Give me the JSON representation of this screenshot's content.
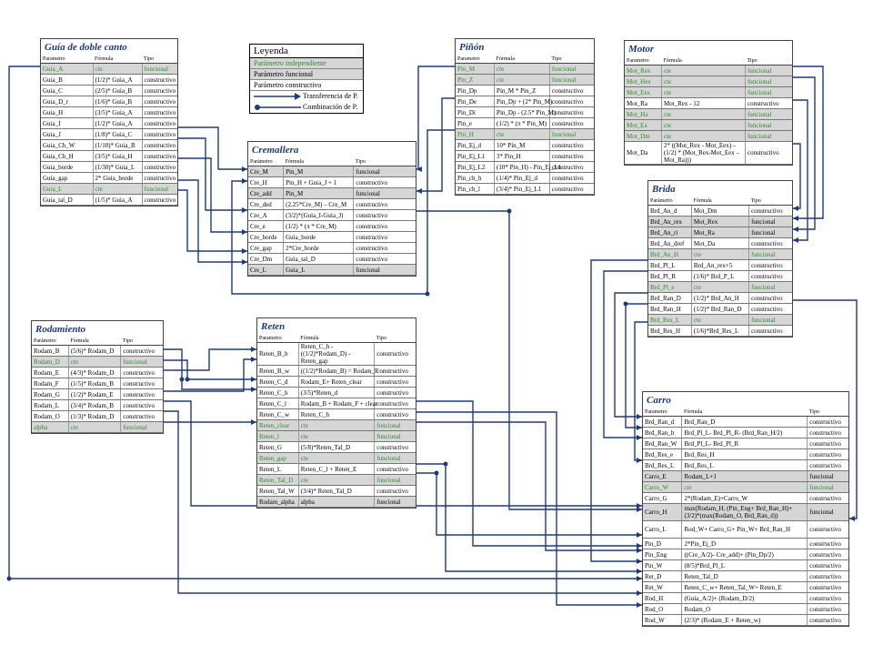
{
  "legend": {
    "title": "Leyenda",
    "items": [
      {
        "label": "Parámetro independiente",
        "kind": "g"
      },
      {
        "label": "Parámetro funcional",
        "kind": "f"
      },
      {
        "label": "Parámetro constructivo",
        "kind": "c"
      }
    ],
    "arrows": [
      {
        "label": "Transferencia de P."
      },
      {
        "label": "Combinación de P."
      }
    ]
  },
  "tables": [
    {
      "id": "guia",
      "title": "Guía de doble canto",
      "headers": [
        "Parametro",
        "Fórmula",
        "Tipo"
      ],
      "rows": [
        [
          "Guia_A",
          "cte",
          "funcional",
          "g"
        ],
        [
          "Guia_B",
          "(1/2)* Guia_A",
          "constructivo",
          ""
        ],
        [
          "Guia_C",
          "(2/5)* Guia_B",
          "constructivo",
          ""
        ],
        [
          "Guia_D_r",
          "(1/6)* Guia_B",
          "constructivo",
          ""
        ],
        [
          "Guia_H",
          "(3/5)* Guia_A",
          "constructivo",
          ""
        ],
        [
          "Guia_I",
          "(1/2)* Guia_A",
          "constructivo",
          ""
        ],
        [
          "Guia_J",
          "(1/8)* Guia_C",
          "constructivo",
          ""
        ],
        [
          "Guia_Ch_W",
          "(1/10)* Guia_B",
          "constructivo",
          ""
        ],
        [
          "Guia_Ch_H",
          "(3/5)* Guia_H",
          "constructivo",
          ""
        ],
        [
          "Guia_borde",
          "(1/30)* Guia_L",
          "constructivo",
          ""
        ],
        [
          "Guia_gap",
          "2* Guia_borde",
          "constructivo",
          ""
        ],
        [
          "Guia_L",
          "cte",
          "funcional",
          "g"
        ],
        [
          "Guia_tal_D",
          "(1/5)* Guia_A",
          "constructivo",
          ""
        ]
      ]
    },
    {
      "id": "piñon",
      "title": "Piñón",
      "headers": [
        "Parametro",
        "Fórmula",
        "Tipo"
      ],
      "rows": [
        [
          "Pin_M",
          "cte",
          "funcional",
          "g"
        ],
        [
          "Pin_Z",
          "cte",
          "funcional",
          "g"
        ],
        [
          "Pin_Dp",
          "Pin_M * Pin_Z",
          "constructivo",
          ""
        ],
        [
          "Pin_De",
          "Pin_Dp + (2* Pin_M)",
          "constructivo",
          ""
        ],
        [
          "Pin_Di",
          "Pin_Dp - (2.5* Pin_M)",
          "constructivo",
          ""
        ],
        [
          "Pin_e",
          "(1/2) * (π * Pin_M)",
          "constructivo",
          ""
        ],
        [
          "Pin_H",
          "cte",
          "funcional",
          "g"
        ],
        [
          "Pin_Ej_d",
          "10* Pin_M",
          "constructivo",
          ""
        ],
        [
          "Pin_Ej_L1",
          "3* Pin_H",
          "constructivo",
          ""
        ],
        [
          "Pin_Ej_L2",
          "(10* Pin_H) - Pin_Ej_L1",
          "constructivo",
          ""
        ],
        [
          "Pin_ch_h",
          "(1/4)* Pin_Ej_d",
          "constructivo",
          ""
        ],
        [
          "Pin_ch_l",
          "(3/4)* Pin_Ej_L1",
          "constructivo",
          ""
        ]
      ]
    },
    {
      "id": "motor",
      "title": "Motor",
      "headers": [
        "Parametro",
        "Fórmula",
        "Tipo"
      ],
      "rows": [
        [
          "Mot_Rex",
          "cte",
          "funcional",
          "g"
        ],
        [
          "Mot_Hex",
          "cte",
          "funcional",
          "g"
        ],
        [
          "Mot_Eex",
          "cte",
          "funcional",
          "g"
        ],
        [
          "Mot_Ra",
          "Mot_Rex - 12",
          "constructivo",
          ""
        ],
        [
          "Mot_Ha",
          "cte",
          "funcional",
          "g"
        ],
        [
          "Mot_Ea",
          "cte",
          "funcional",
          "g"
        ],
        [
          "Mot_Dm",
          "cte",
          "funcional",
          "g"
        ],
        [
          "Mot_Da",
          "2* ((Mot_Rex - Mot_Eex) – (1/2) * (Mot_Rex-Mot_Eex – Mot_Ra)))",
          "constructivo",
          "tall"
        ]
      ]
    },
    {
      "id": "cremallera",
      "title": "Cremallera",
      "headers": [
        "Parámetro",
        "Fórmula",
        "Tipo"
      ],
      "rows": [
        [
          "Cre_M",
          "Pin_M",
          "funcional",
          "f"
        ],
        [
          "Cre_H",
          "Pin_H + Guia_J + 1",
          "constructivo",
          ""
        ],
        [
          "Cre_add",
          "Pin_M",
          "funcional",
          "f"
        ],
        [
          "Cre_ded",
          "(2.25*Cre_M) – Cre_M",
          "constructivo",
          ""
        ],
        [
          "Cre_A",
          "(3/2)*(Guia_I-Guia_J)",
          "constructivo",
          ""
        ],
        [
          "Cre_e",
          "(1/2) * (π * Cre_M)",
          "constructivo",
          ""
        ],
        [
          "Cre_borde",
          "Guia_borde",
          "constructivo",
          ""
        ],
        [
          "Cre_gap",
          "2*Cre_borde",
          "constructivo",
          ""
        ],
        [
          "Cre_Dm",
          "Guia_tal_D",
          "constructivo",
          ""
        ],
        [
          "Cre_L",
          "Guia_L",
          "funcional",
          "f"
        ]
      ]
    },
    {
      "id": "brida",
      "title": "Brida",
      "headers": [
        "Parámetro",
        "Fórmula",
        "Tipo"
      ],
      "rows": [
        [
          "Brd_An_d",
          "Mot_Dm",
          "constructivo",
          ""
        ],
        [
          "Brd_An_rex",
          "Mot_Rex",
          "funcional",
          "f"
        ],
        [
          "Brd_An_ri",
          "Mot_Ra",
          "funcional",
          "f"
        ],
        [
          "Brd_An_dref",
          "Mot_Da",
          "constructivo",
          ""
        ],
        [
          "Brd_An_H",
          "cte",
          "funcional",
          "g"
        ],
        [
          "Brd_Pl_L",
          "Brd_An_rex+5",
          "constructivo",
          ""
        ],
        [
          "Brd_Pl_R",
          "(1/6)* Brd_P_L",
          "constructivo",
          ""
        ],
        [
          "Brd_Pl_e",
          "cte",
          "funcional",
          "g"
        ],
        [
          "Brd_Ran_D",
          "(1/2)* Brd_An_H",
          "constructivo",
          ""
        ],
        [
          "Brd_Ran_H",
          "(1/2)* Brd_Ran_D",
          "constructivo",
          ""
        ],
        [
          "Brd_Res_L",
          "cte",
          "funcional",
          "g"
        ],
        [
          "Brd_Res_H",
          "(1/6)*Brd_Res_L",
          "constructivo",
          ""
        ]
      ]
    },
    {
      "id": "rodamiento",
      "title": "Rodamiento",
      "headers": [
        "Parámetro",
        "Fórmula",
        "Tipo"
      ],
      "rows": [
        [
          "Rodam_B",
          "(5/6)* Rodam_D",
          "constructivo",
          ""
        ],
        [
          "Rodam_D",
          "cte",
          "funcional",
          "g"
        ],
        [
          "Rodam_E",
          "(4/3)* Rodam_D",
          "constructivo",
          ""
        ],
        [
          "Rodam_F",
          "(1/5)* Rodam_B",
          "constructivo",
          ""
        ],
        [
          "Rodam_G",
          "(1/2)* Rodam_E",
          "constructivo",
          ""
        ],
        [
          "Rodam_L",
          "(3/4)* Rodam_B",
          "constructivo",
          ""
        ],
        [
          "Rodam_O",
          "(1/3)* Rodam_D",
          "constructivo",
          ""
        ],
        [
          "alpha",
          "cte",
          "funcional",
          "g"
        ]
      ]
    },
    {
      "id": "reten",
      "title": "Reten",
      "headers": [
        "Parametro",
        "Fórmula",
        "Tipo"
      ],
      "rows": [
        [
          "Reten_B_h",
          "Reten_C_h -((1/2)*Rodam_D) - Reten_gap",
          "constructivo",
          "tall"
        ],
        [
          "Reten_B_w",
          "((1/2)*Rodam_B) = Rodam_F",
          "constructivo",
          ""
        ],
        [
          "Reten_C_d",
          "Rodam_E+ Reten_clear",
          "constructivo",
          ""
        ],
        [
          "Reten_C_h",
          "(3/5)*Reten_d",
          "constructivo",
          ""
        ],
        [
          "Reten_C_l",
          "Rodam_B + Rodam_F + clear",
          "constructivo",
          ""
        ],
        [
          "Reten_C_w",
          "Reten_C_h",
          "constructivo",
          ""
        ],
        [
          "Reten_clear",
          "cte",
          "funcional",
          "gf"
        ],
        [
          "Reten_l",
          "cte",
          "funcional",
          "gf"
        ],
        [
          "Reten_G",
          "(5/8)*Reten_Tal_D",
          "constructivo",
          ""
        ],
        [
          "Reten_gap",
          "cte",
          "funcional",
          "gf"
        ],
        [
          "Reten_L",
          "Reten_C_l + Reten_E",
          "constructivo",
          ""
        ],
        [
          "Reten_Tal_D",
          "cte",
          "funcional",
          "gf"
        ],
        [
          "Reten_Tal_W",
          "(3/4)* Reten_Tal_D",
          "constructivo",
          ""
        ],
        [
          "Rodam_alpha",
          "alpha",
          "funcional",
          "f"
        ]
      ]
    },
    {
      "id": "carro",
      "title": "Carro",
      "headers": [
        "Parametro",
        "Fórmula",
        "Tipo"
      ],
      "rows": [
        [
          "Brd_Ran_d",
          "Brd_Ran_D",
          "constructivo",
          ""
        ],
        [
          "Brd_Ran_h",
          "Brd_Pl_L- Brd_Pl_R- (Brd_Ran_H/2)",
          "constructivo",
          ""
        ],
        [
          "Brd_Ran_W",
          "Brd_Pl_L- Brd_Pl_R",
          "constructivo",
          ""
        ],
        [
          "Brd_Res_e",
          "Brd_Res_H",
          "constructivo",
          ""
        ],
        [
          "Brd_Res_L",
          "Brd_Res_L",
          "constructivo",
          ""
        ],
        [
          "Carro_E",
          "Rodam_L+1",
          "funcional",
          "f"
        ],
        [
          "Carro_W",
          "cte",
          "funcional",
          "gf"
        ],
        [
          "Carro_G",
          "2*(Rodam_E)+Carro_W",
          "constructivo",
          ""
        ],
        [
          "Carro_H",
          "max(Rodam_H, (Pin_Eng+ Brd_Ran_H)+ (3/2)*(max(Rodam_O, Brd_Ran_d))",
          "funcional",
          "ftall"
        ],
        [
          "Carro_L",
          "Rod_W+ Carro_G+ Pin_W+ Brd_Ran_H",
          "constructivo",
          "tall"
        ],
        [
          "Pin_D",
          "2*Pin_Ej_D",
          "constructivo",
          ""
        ],
        [
          "Pin_Eng",
          "((Cre_A/2)- Cre_add)+ (Pin_Dp/2)",
          "constructivo",
          ""
        ],
        [
          "Pin_W",
          "(8/5)*Brd_Pl_L",
          "constructivo",
          ""
        ],
        [
          "Ret_D",
          "Reten_Tal_D",
          "constructivo",
          ""
        ],
        [
          "Ret_W",
          "Reten_C_w+ Reten_Tal_W+ Reten_E",
          "constructivo",
          ""
        ],
        [
          "Rod_H",
          "(Guia_A/2)+ (Rodam_D/2)",
          "constructivo",
          ""
        ],
        [
          "Rod_O",
          "Rodam_O",
          "constructivo",
          ""
        ],
        [
          "Rod_W",
          "(2/3)* (Rodam_E + Reten_w)",
          "constructivo",
          ""
        ]
      ]
    }
  ],
  "colors": {
    "wire": "#1f3a78",
    "independent": "#2e8b2e",
    "functional_bg": "#d6d6d6"
  }
}
